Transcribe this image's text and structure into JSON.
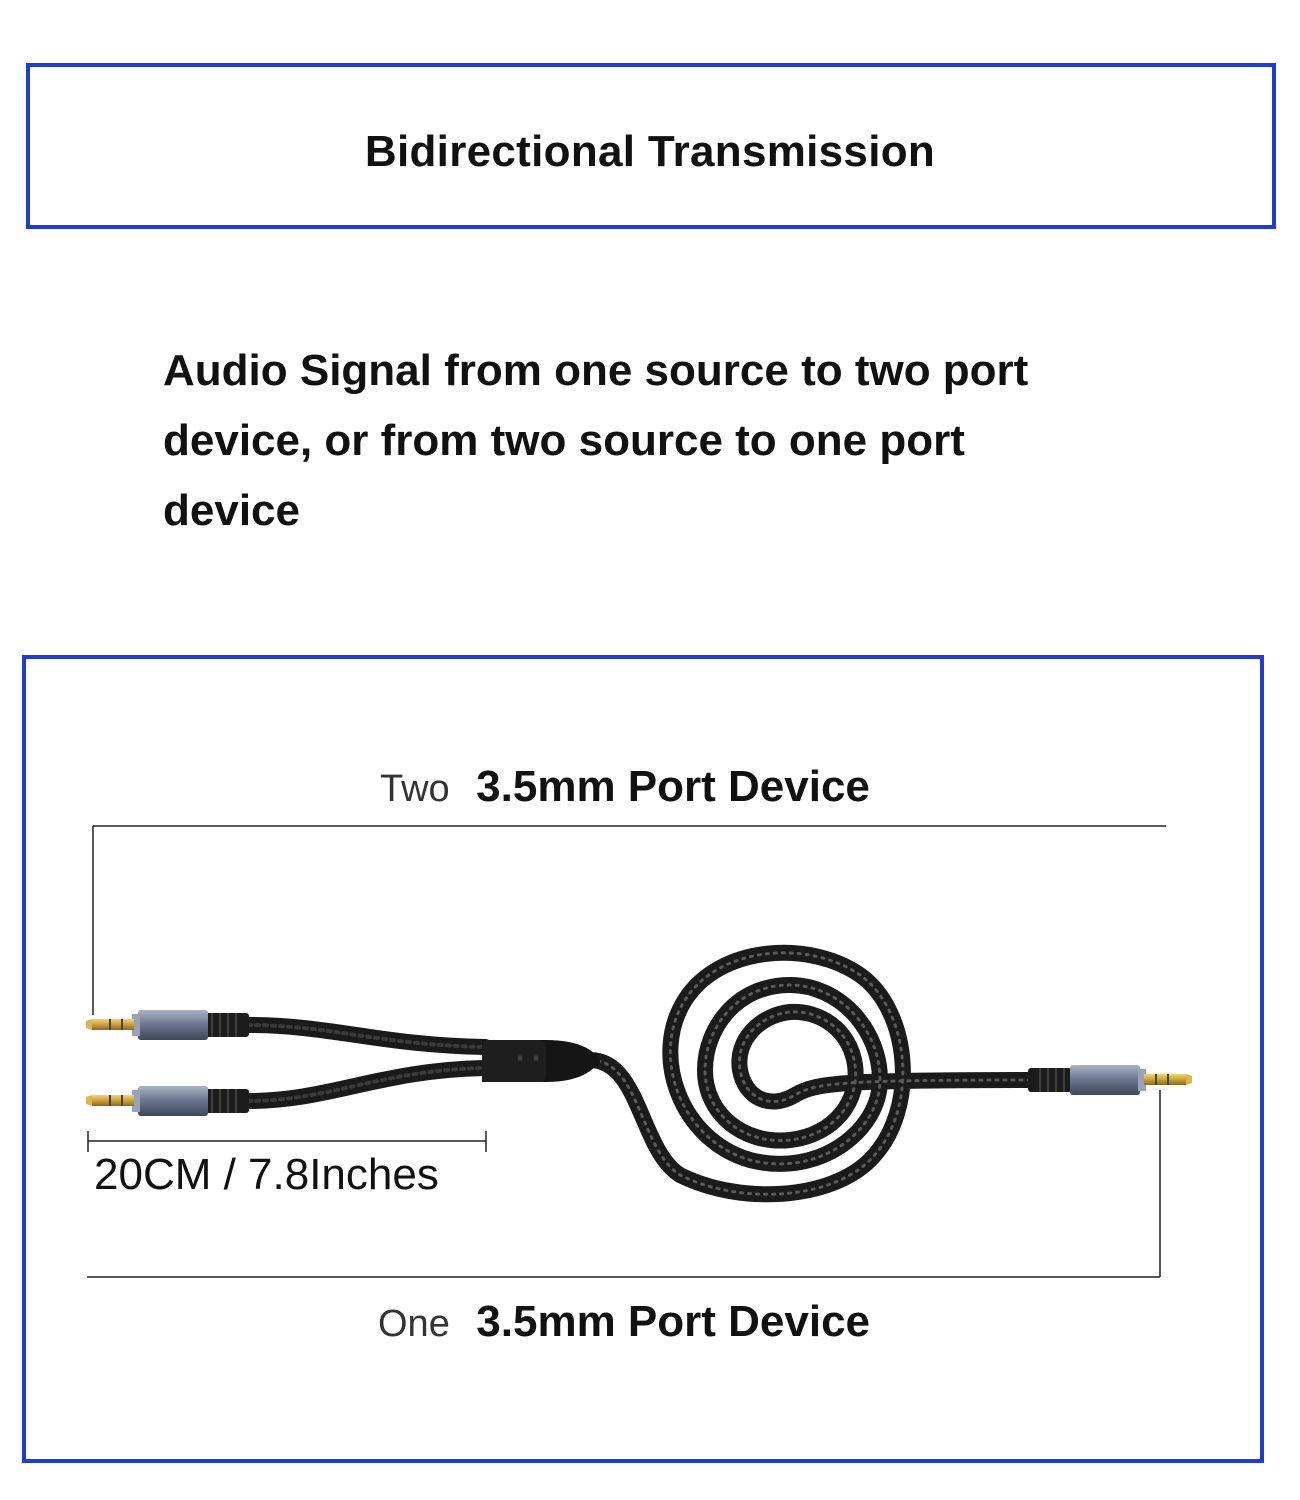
{
  "header": {
    "title": "Bidirectional Transmission"
  },
  "description": {
    "line1": "Audio Signal from one source to two port",
    "line2": "device, or from two source to one port",
    "line3": "device"
  },
  "diagram": {
    "top_label": {
      "qty": "Two",
      "spec": "3.5mm Port Device"
    },
    "bottom_label": {
      "qty": "One",
      "spec": "3.5mm Port Device"
    },
    "split_length": "20CM / 7.8Inches"
  },
  "colors": {
    "frame": "#1f3ed1",
    "cable": "#111111",
    "connector_shell": "#7f8aa3",
    "plug_tip": "#c9a13a"
  }
}
